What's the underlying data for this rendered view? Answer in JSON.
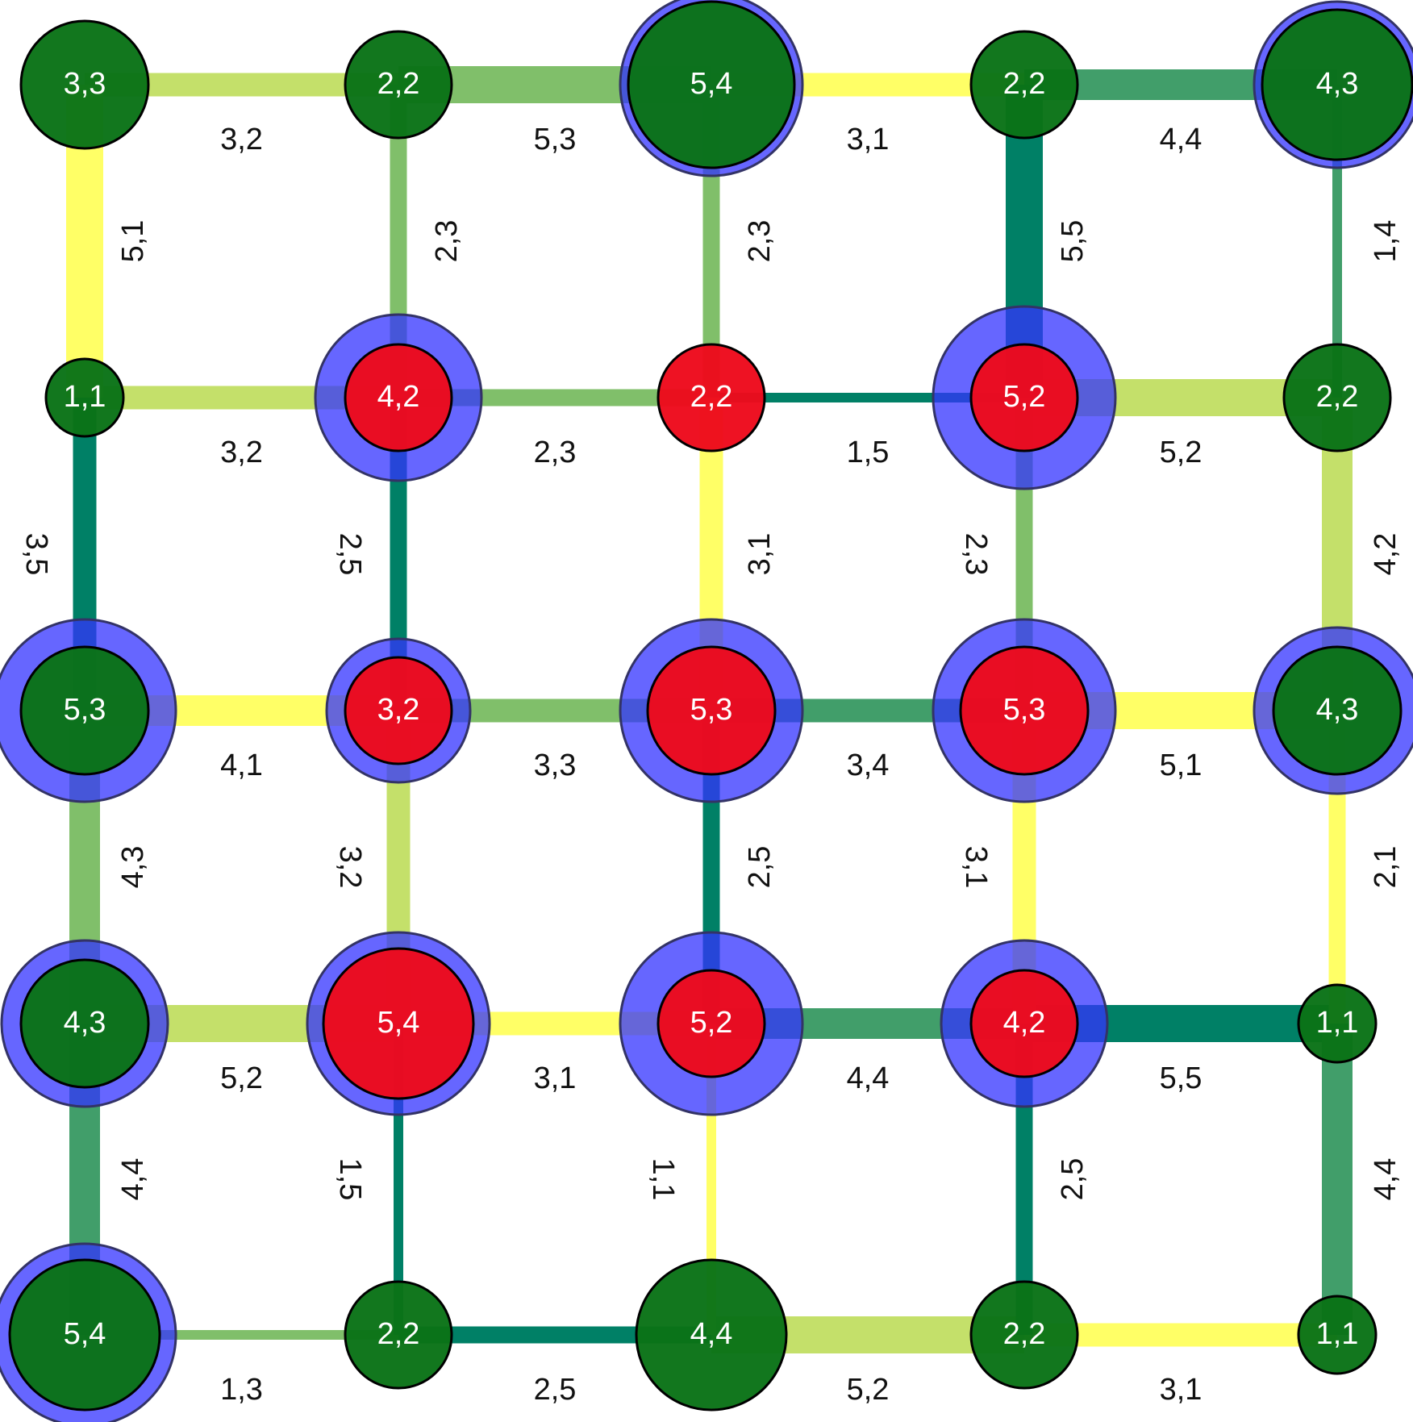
{
  "colors": {
    "background": "#ffffff",
    "node_green": "#0a7317",
    "node_red": "#ed0a1c",
    "node_stroke": "#000000",
    "halo_fill": "#3333ff",
    "edge_scale": [
      "#ffff66",
      "#c4e06a",
      "#80bf6a",
      "#419e6a",
      "#008066"
    ],
    "label_on_node": "#ffffff",
    "label_on_edge": "#111111"
  },
  "nodes": [
    {
      "id": "n00",
      "row": 0,
      "col": 0,
      "label": "3,3",
      "size": 3,
      "color": "green",
      "halo": false
    },
    {
      "id": "n01",
      "row": 0,
      "col": 1,
      "label": "2,2",
      "size": 2,
      "color": "green",
      "halo": false
    },
    {
      "id": "n02",
      "row": 0,
      "col": 2,
      "label": "5,4",
      "size": 5,
      "color": "green",
      "halo": true
    },
    {
      "id": "n03",
      "row": 0,
      "col": 3,
      "label": "2,2",
      "size": 2,
      "color": "green",
      "halo": false
    },
    {
      "id": "n04",
      "row": 0,
      "col": 4,
      "label": "4,3",
      "size": 4,
      "color": "green",
      "halo": true
    },
    {
      "id": "n10",
      "row": 1,
      "col": 0,
      "label": "1,1",
      "size": 1,
      "color": "green",
      "halo": false
    },
    {
      "id": "n11",
      "row": 1,
      "col": 1,
      "label": "4,2",
      "size": 2,
      "color": "red",
      "halo": true,
      "halo_size": 4
    },
    {
      "id": "n12",
      "row": 1,
      "col": 2,
      "label": "2,2",
      "size": 2,
      "color": "red",
      "halo": false
    },
    {
      "id": "n13",
      "row": 1,
      "col": 3,
      "label": "5,2",
      "size": 2,
      "color": "red",
      "halo": true,
      "halo_size": 5
    },
    {
      "id": "n14",
      "row": 1,
      "col": 4,
      "label": "2,2",
      "size": 2,
      "color": "green",
      "halo": false
    },
    {
      "id": "n20",
      "row": 2,
      "col": 0,
      "label": "5,3",
      "size": 3,
      "color": "green",
      "halo": true,
      "halo_size": 5
    },
    {
      "id": "n21",
      "row": 2,
      "col": 1,
      "label": "3,2",
      "size": 2,
      "color": "red",
      "halo": true,
      "halo_size": 3
    },
    {
      "id": "n22",
      "row": 2,
      "col": 2,
      "label": "5,3",
      "size": 3,
      "color": "red",
      "halo": true,
      "halo_size": 5
    },
    {
      "id": "n23",
      "row": 2,
      "col": 3,
      "label": "5,3",
      "size": 3,
      "color": "red",
      "halo": true,
      "halo_size": 5
    },
    {
      "id": "n24",
      "row": 2,
      "col": 4,
      "label": "4,3",
      "size": 3,
      "color": "green",
      "halo": true,
      "halo_size": 4
    },
    {
      "id": "n30",
      "row": 3,
      "col": 0,
      "label": "4,3",
      "size": 3,
      "color": "green",
      "halo": true,
      "halo_size": 4
    },
    {
      "id": "n31",
      "row": 3,
      "col": 1,
      "label": "5,4",
      "size": 4,
      "color": "red",
      "halo": true,
      "halo_size": 5
    },
    {
      "id": "n32",
      "row": 3,
      "col": 2,
      "label": "5,2",
      "size": 2,
      "color": "red",
      "halo": true,
      "halo_size": 5
    },
    {
      "id": "n33",
      "row": 3,
      "col": 3,
      "label": "4,2",
      "size": 2,
      "color": "red",
      "halo": true,
      "halo_size": 4
    },
    {
      "id": "n34",
      "row": 3,
      "col": 4,
      "label": "1,1",
      "size": 1,
      "color": "green",
      "halo": false
    },
    {
      "id": "n40",
      "row": 4,
      "col": 0,
      "label": "5,4",
      "size": 4,
      "color": "green",
      "halo": true,
      "halo_size": 5
    },
    {
      "id": "n41",
      "row": 4,
      "col": 1,
      "label": "2,2",
      "size": 2,
      "color": "green",
      "halo": false
    },
    {
      "id": "n42",
      "row": 4,
      "col": 2,
      "label": "4,4",
      "size": 4,
      "color": "green",
      "halo": false
    },
    {
      "id": "n43",
      "row": 4,
      "col": 3,
      "label": "2,2",
      "size": 2,
      "color": "green",
      "halo": false
    },
    {
      "id": "n44",
      "row": 4,
      "col": 4,
      "label": "1,1",
      "size": 1,
      "color": "green",
      "halo": false
    }
  ],
  "edges": [
    {
      "from": [
        0,
        0
      ],
      "to": [
        0,
        1
      ],
      "label": "3,2",
      "width": 3,
      "shade": 2
    },
    {
      "from": [
        0,
        1
      ],
      "to": [
        0,
        2
      ],
      "label": "5,3",
      "width": 5,
      "shade": 3
    },
    {
      "from": [
        0,
        2
      ],
      "to": [
        0,
        3
      ],
      "label": "3,1",
      "width": 3,
      "shade": 1
    },
    {
      "from": [
        0,
        3
      ],
      "to": [
        0,
        4
      ],
      "label": "4,4",
      "width": 4,
      "shade": 4
    },
    {
      "from": [
        1,
        0
      ],
      "to": [
        1,
        1
      ],
      "label": "3,2",
      "width": 3,
      "shade": 2
    },
    {
      "from": [
        1,
        1
      ],
      "to": [
        1,
        2
      ],
      "label": "2,3",
      "width": 2,
      "shade": 3
    },
    {
      "from": [
        1,
        2
      ],
      "to": [
        1,
        3
      ],
      "label": "1,5",
      "width": 1,
      "shade": 5
    },
    {
      "from": [
        1,
        3
      ],
      "to": [
        1,
        4
      ],
      "label": "5,2",
      "width": 5,
      "shade": 2
    },
    {
      "from": [
        2,
        0
      ],
      "to": [
        2,
        1
      ],
      "label": "4,1",
      "width": 4,
      "shade": 1
    },
    {
      "from": [
        2,
        1
      ],
      "to": [
        2,
        2
      ],
      "label": "3,3",
      "width": 3,
      "shade": 3
    },
    {
      "from": [
        2,
        2
      ],
      "to": [
        2,
        3
      ],
      "label": "3,4",
      "width": 3,
      "shade": 4
    },
    {
      "from": [
        2,
        3
      ],
      "to": [
        2,
        4
      ],
      "label": "5,1",
      "width": 5,
      "shade": 1
    },
    {
      "from": [
        3,
        0
      ],
      "to": [
        3,
        1
      ],
      "label": "5,2",
      "width": 5,
      "shade": 2
    },
    {
      "from": [
        3,
        1
      ],
      "to": [
        3,
        2
      ],
      "label": "3,1",
      "width": 3,
      "shade": 1
    },
    {
      "from": [
        3,
        2
      ],
      "to": [
        3,
        3
      ],
      "label": "4,4",
      "width": 4,
      "shade": 4
    },
    {
      "from": [
        3,
        3
      ],
      "to": [
        3,
        4
      ],
      "label": "5,5",
      "width": 5,
      "shade": 5
    },
    {
      "from": [
        4,
        0
      ],
      "to": [
        4,
        1
      ],
      "label": "1,3",
      "width": 1,
      "shade": 3
    },
    {
      "from": [
        4,
        1
      ],
      "to": [
        4,
        2
      ],
      "label": "2,5",
      "width": 2,
      "shade": 5
    },
    {
      "from": [
        4,
        2
      ],
      "to": [
        4,
        3
      ],
      "label": "5,2",
      "width": 5,
      "shade": 2
    },
    {
      "from": [
        4,
        3
      ],
      "to": [
        4,
        4
      ],
      "label": "3,1",
      "width": 3,
      "shade": 1
    },
    {
      "from": [
        0,
        0
      ],
      "to": [
        1,
        0
      ],
      "label": "5,1",
      "width": 5,
      "shade": 1
    },
    {
      "from": [
        1,
        0
      ],
      "to": [
        2,
        0
      ],
      "label": "3,5",
      "width": 3,
      "shade": 5
    },
    {
      "from": [
        2,
        0
      ],
      "to": [
        3,
        0
      ],
      "label": "4,3",
      "width": 4,
      "shade": 3
    },
    {
      "from": [
        3,
        0
      ],
      "to": [
        4,
        0
      ],
      "label": "4,4",
      "width": 4,
      "shade": 4
    },
    {
      "from": [
        0,
        1
      ],
      "to": [
        1,
        1
      ],
      "label": "2,3",
      "width": 2,
      "shade": 3
    },
    {
      "from": [
        1,
        1
      ],
      "to": [
        2,
        1
      ],
      "label": "2,5",
      "width": 2,
      "shade": 5
    },
    {
      "from": [
        2,
        1
      ],
      "to": [
        3,
        1
      ],
      "label": "3,2",
      "width": 3,
      "shade": 2
    },
    {
      "from": [
        3,
        1
      ],
      "to": [
        4,
        1
      ],
      "label": "1,5",
      "width": 1,
      "shade": 5
    },
    {
      "from": [
        0,
        2
      ],
      "to": [
        1,
        2
      ],
      "label": "2,3",
      "width": 2,
      "shade": 3
    },
    {
      "from": [
        1,
        2
      ],
      "to": [
        2,
        2
      ],
      "label": "3,1",
      "width": 3,
      "shade": 1
    },
    {
      "from": [
        2,
        2
      ],
      "to": [
        3,
        2
      ],
      "label": "2,5",
      "width": 2,
      "shade": 5
    },
    {
      "from": [
        3,
        2
      ],
      "to": [
        4,
        2
      ],
      "label": "1,1",
      "width": 1,
      "shade": 1
    },
    {
      "from": [
        0,
        3
      ],
      "to": [
        1,
        3
      ],
      "label": "5,5",
      "width": 5,
      "shade": 5
    },
    {
      "from": [
        1,
        3
      ],
      "to": [
        2,
        3
      ],
      "label": "2,3",
      "width": 2,
      "shade": 3
    },
    {
      "from": [
        2,
        3
      ],
      "to": [
        3,
        3
      ],
      "label": "3,1",
      "width": 3,
      "shade": 1
    },
    {
      "from": [
        3,
        3
      ],
      "to": [
        4,
        3
      ],
      "label": "2,5",
      "width": 2,
      "shade": 5
    },
    {
      "from": [
        0,
        4
      ],
      "to": [
        1,
        4
      ],
      "label": "1,4",
      "width": 1,
      "shade": 4
    },
    {
      "from": [
        1,
        4
      ],
      "to": [
        2,
        4
      ],
      "label": "4,2",
      "width": 4,
      "shade": 2
    },
    {
      "from": [
        2,
        4
      ],
      "to": [
        3,
        4
      ],
      "label": "2,1",
      "width": 2,
      "shade": 1
    },
    {
      "from": [
        3,
        4
      ],
      "to": [
        4,
        4
      ],
      "label": "4,4",
      "width": 4,
      "shade": 4
    }
  ]
}
